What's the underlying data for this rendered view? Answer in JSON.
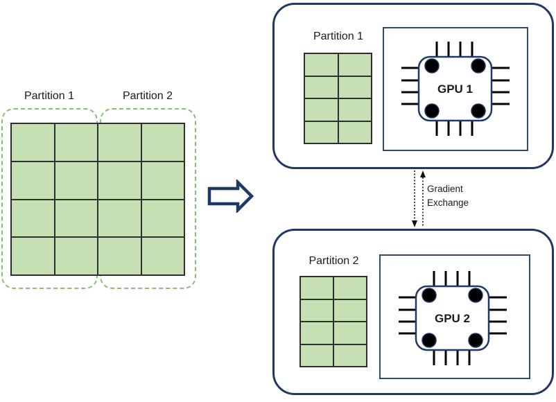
{
  "diagram": {
    "left_panel": {
      "partition1_label": "Partition 1",
      "partition2_label": "Partition 2",
      "grid": {
        "rows": 4,
        "cols": 4
      }
    },
    "gpu_nodes": [
      {
        "partition_label": "Partition 1",
        "gpu_label": "GPU 1",
        "grid": {
          "rows": 4,
          "cols": 2
        }
      },
      {
        "partition_label": "Partition 2",
        "gpu_label": "GPU 2",
        "grid": {
          "rows": 4,
          "cols": 2
        }
      }
    ],
    "exchange_label": "Gradient\nExchange",
    "colors": {
      "cell_fill": "#C6E0B4",
      "grid_line": "#2E2E2E",
      "dashed_outline_green": "#7FC468",
      "box_border_navy": "#1F3864",
      "inner_frame_navy": "#2B4A77",
      "pin_black": "#000000"
    }
  }
}
